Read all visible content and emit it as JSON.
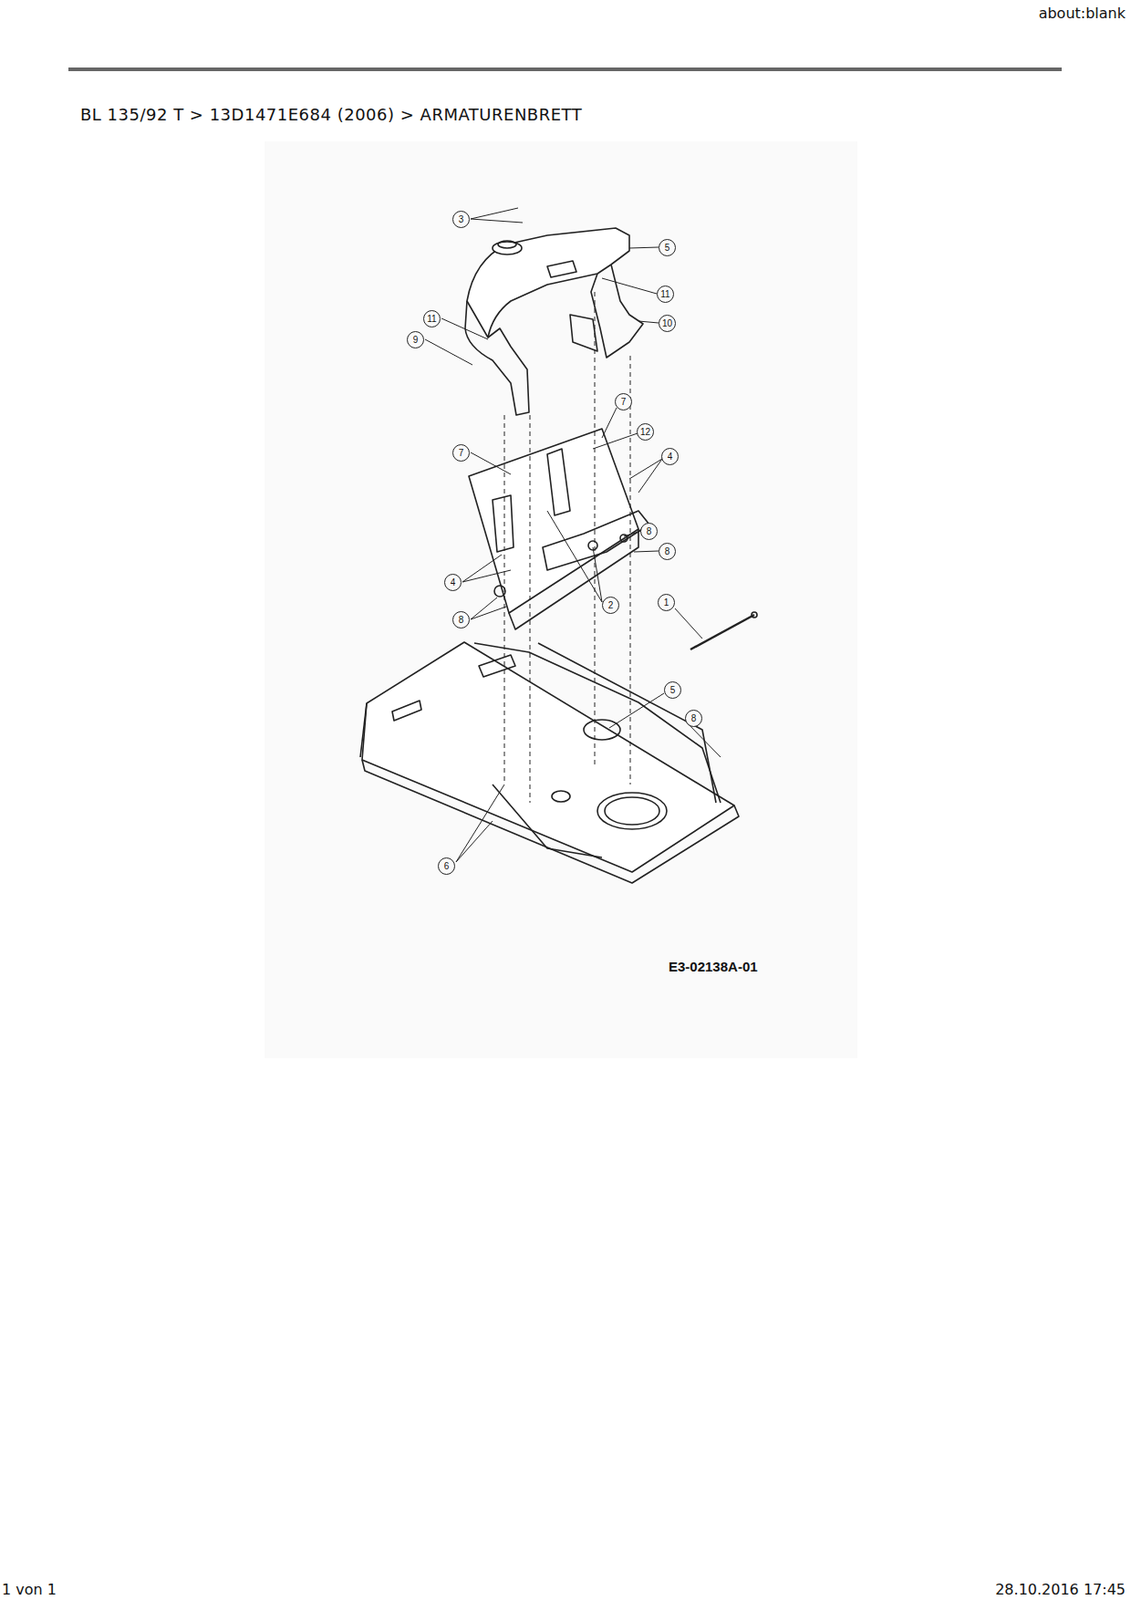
{
  "diagram": {
    "title": "BL 135/92 T > 13D1471E684 (2006) > ARMATURENBRETT",
    "labels": [
      "about:blank",
      "3",
      "5",
      "11",
      "10",
      "11",
      "9",
      "7",
      "12",
      "7",
      "4",
      "8",
      "8",
      "4",
      "2",
      "8",
      "1",
      "5",
      "8",
      "6",
      "E3-02138A-01",
      "1 von 1",
      "28.10.2016 17:45"
    ]
  }
}
